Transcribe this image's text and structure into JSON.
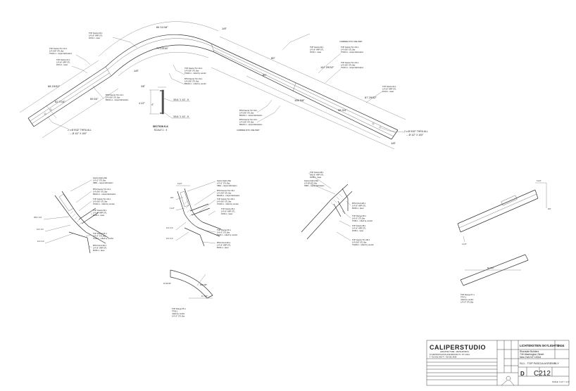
{
  "sheet": {
    "project": "LICHTENSTEIN SKYLIGHTS",
    "project_no": "0634",
    "client_lines": [
      "Riverside Builders",
      "745 Washington Street",
      "New York NY 10014"
    ],
    "sheet_title": "SL1 - TOP FASCIA ASSEMBLY",
    "sheet_number": "C212",
    "size": "D",
    "scale": "SCALE: 1 1/2\" = 1'-0\"",
    "logo": "CALIPERSTUDIO",
    "logo_sub": "ARCHITECTURE · METALWORKS",
    "studio_address": "67 METROPOLITAN AVE BROOKLYN, NY 11211",
    "studio_phone": "T: 718 302 2427     F: 718 302 2428"
  },
  "main": {
    "dims": {
      "arc_outer": "84 11/16\"",
      "arc_inner": "79 13/16\"",
      "angle_top": "1/8\"",
      "angle_left": "1/8\"",
      "left_a": "68 15/32\"",
      "left_b": "62 7/16\"",
      "left_c": "59 63\"",
      "right_a": "80\"",
      "right_b": "80\"",
      "right_c": "147 29/32\"",
      "right_d": "67 29/32\"",
      "right_e": "158 5/8\"",
      "right_f": "58 3/4\"",
      "right_g": "1/8\""
    },
    "notes": {
      "top_plate": [
        "TOP Fascia 02-1",
        "1/4\"x6\" HRP STL",
        "FF02-1 - laser"
      ],
      "trim_left": [
        "TOP Fascia Trim 01-1",
        "1/4\"x3/8\" STL Bar",
        "TFA01-1 - carpet fabrication"
      ],
      "flange_left": [
        "TOP Fascia 01-1",
        "1/4\"x6\" HRP STL",
        "FF01-1 - laser"
      ],
      "trim_mid": [
        "TOP Fascia Trim 02-1",
        "1/4\"x3/8\" STL Bar",
        "TFA02-1 - rolled by vendor"
      ],
      "btm_mid": [
        "BTM Fascia Trim 02-1",
        "1/4\"x3/8\" STL Bar",
        "BFA02-1 - rolled by vendor"
      ],
      "btm_left": [
        "BTM Fascia Trim 01-1",
        "1/4\"x3/8\" STL Bar",
        "BFA01-1 - carpet fabrication"
      ],
      "r_top": [
        "TOP Fascia 03-1",
        "1/4\"x6\" HRP STL",
        "FF03-1 - laser"
      ],
      "r_trim": [
        "TOP Fascia Trim 03-1",
        "1/4\"x3/8\" STL Bar",
        "TFA03-1 - carpet fabrication"
      ],
      "r_trim2": [
        "TOP Fascia Trim 04-1",
        "1/4\"x3/8\" STL Bar",
        "TFA04-1 - carpet fabrication"
      ],
      "r_fascia": [
        "TOP Fascia 04-1",
        "1/4\"x6\" HRP STL",
        "FF04-1 - laser"
      ],
      "r_btm1": [
        "BTM Fascia Trim 03-1",
        "1/4\"x3/8\" STL Bar",
        "BFA03-1 - carpet fabrication"
      ],
      "r_btm2": [
        "BTM Fascia Trim 04-1",
        "1/4\"x3/8\" STL Bar",
        "BFA04-1 - carpet fabrication"
      ],
      "combine_top": "COMBINE INTO ONE PART",
      "combine_bot": "COMBINE INTO ONE PART",
      "thru_left": [
        "2 x Ø 9/32\" THRU ALL",
        "⌴ Ø 1/2\" X 100°"
      ],
      "thru_right": [
        "2 x Ø 9/32\" THRU ALL",
        "⌴ Ø 1/2\" X 100°"
      ]
    }
  },
  "section": {
    "title": "SECTION K-K",
    "scale": "SCALE 1 : 4",
    "d_top": "3/8\"",
    "d_left": "4 1/2\"",
    "d_inner": "4\"",
    "d_mid": "3/16 / 1 1/2 - 5",
    "d_bot": "3/16 / 1 1/2 - 5"
  },
  "detail1": {
    "dims": [
      "3/16 / 2-6",
      "1/4 / 2-6",
      "1/4 / 2-6"
    ],
    "notes": {
      "a": [
        "Fascia Splice Bar",
        "1/4\"x2\" STL Bar",
        "SB01 - carpet fabrication"
      ],
      "b": [
        "BTM Fascia Trim 01-1",
        "1/4\"x3/8\" STL Bar",
        "BFA01-1 - carpet fabrication"
      ],
      "c": [
        "TOP Fascia Trim 02-1",
        "1/4\"x3/8\" STL Bar",
        "TFA02-1 - rolled by vendor"
      ],
      "d": [
        "TOP Fascia 06-1",
        "1/4\"x6\" HRP STL",
        "FF06-1 - laser"
      ],
      "e": [
        "TOP Flange 06-1",
        "1/4\"x3\" STL Bar",
        "TF06-1 - rolled by vendor"
      ],
      "f": [
        "BTM Chord 06-1",
        "1/4\"x6\" HRP STL",
        "BC06-1 - laser"
      ]
    }
  },
  "detail2": {
    "dims": [
      "3 1/2\"",
      "3/4\"",
      "1 1/2\"",
      "1/4 / 2-6",
      "1/4 / 2-6"
    ],
    "notes": {
      "a": [
        "Fascia Splice Bar",
        "1/4\"x2\" STL Bar",
        "SB01 - carpet fabrication"
      ],
      "b": [
        "BTM Fascia Trim 06-1",
        "1/4\"x3/8\" STL Bar",
        "BFA06-1 - carpet fabrication"
      ],
      "c": [
        "TOP Fascia Trim 06-1",
        "1/4\"x3/8\" STL Bar",
        "TFA06-1 - rolled by vendor"
      ],
      "d": [
        "TOP Fascia 06-1",
        "1/4\"x6\" HRP STL",
        "FF06-1 - laser"
      ],
      "e": [
        "TOP Flange 06-1",
        "1/4\"x3\" STL Bar",
        "TF06-1 - rolled by vendor"
      ],
      "f": [
        "BTM Chord 06-1",
        "1/4\"x6\" HRP STL",
        "BC06-1 - laser"
      ]
    }
  },
  "detail3": {
    "notes": {
      "a": [
        "TOP Fascia 08-1",
        "1/4\"x6\" HRP STL",
        "FF08-1 - laser"
      ],
      "b": [
        "Fascia Splice Bar",
        "1/4\"x2\" STL Bar",
        "SB01 - carpet fabrication"
      ],
      "c": [
        "BTM Chord 08-1",
        "1/4\"x6\" HRP STL",
        "BC08-1 - laser"
      ],
      "d": [
        "TOP Flange 08-1",
        "1/4\"x3\" STL Bar",
        "TF08-1 - rolled by vendor"
      ],
      "e": [
        "TOP Fascia 08-1",
        "1/4\"x6\" HRP STL",
        "FF08-1 - laser"
      ],
      "f": [
        "TOP Fascia Trim 08-1",
        "1/4\"x3/8\" STL Bar",
        "TFA08-1 - rolled by vendor"
      ]
    }
  },
  "detail4": {
    "dims": [
      "3 1/2\"",
      "3/4\"",
      "1 1/2\""
    ]
  },
  "flange_a": {
    "dims": [
      "10 31/32\"",
      "R19 3/8\"",
      "11 7/32\""
    ],
    "note": [
      "TOP Flange 05-1",
      "TF05-1",
      "rolled by vendor",
      "1/4\"x3\" STL Bar"
    ]
  },
  "flange_b": {
    "dims": [
      "50 7/32\""
    ],
    "note": [
      "TOP Flange 07-1",
      "TF07-1",
      "rolled by vendor",
      "1/4\"x3\" STL Bar"
    ]
  }
}
